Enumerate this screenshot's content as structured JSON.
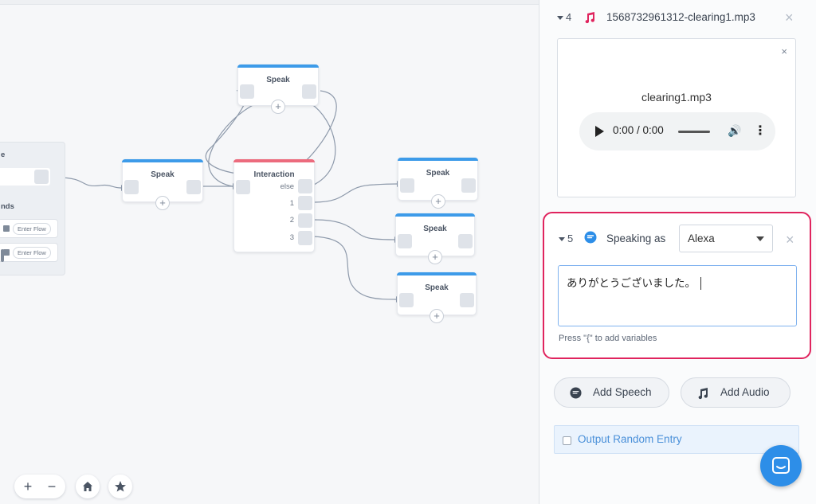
{
  "canvas": {
    "flow_panel": {
      "top_label": "e",
      "commands_label": "nds",
      "rows": [
        {
          "label": "Enter Flow"
        },
        {
          "label": "Enter Flow"
        }
      ]
    },
    "blocks": [
      {
        "id": "speak-top",
        "title": "Speak"
      },
      {
        "id": "speak-left",
        "title": "Speak"
      },
      {
        "id": "interaction",
        "title": "Interaction",
        "ports": [
          "else",
          "1",
          "2",
          "3"
        ]
      },
      {
        "id": "speak-r1",
        "title": "Speak"
      },
      {
        "id": "speak-r2",
        "title": "Speak"
      },
      {
        "id": "speak-r3",
        "title": "Speak"
      }
    ],
    "add_symbol": "+",
    "zoom": {
      "in": "+",
      "out": "−"
    }
  },
  "panel": {
    "audio_item": {
      "index": "4",
      "filename": "1568732961312-clearing1.mp3",
      "player_title": "clearing1.mp3",
      "time": "0:00 / 0:00",
      "icon": "music-note-icon",
      "icon_color": "#e0245e"
    },
    "speech_item": {
      "index": "5",
      "speaking_as_label": "Speaking as",
      "voice": "Alexa",
      "text": "ありがとうございました。",
      "hint": "Press \"{\" to add variables",
      "icon": "speech-bubble-icon",
      "highlight_color": "#e0245e"
    },
    "buttons": {
      "add_speech": "Add Speech",
      "add_audio": "Add Audio"
    },
    "random": {
      "label": "Output Random Entry",
      "checked": false
    }
  },
  "colors": {
    "accent_blue": "#3d9be9",
    "interaction_red": "#ec6b7d",
    "chat_fab": "#2d8ee8"
  }
}
